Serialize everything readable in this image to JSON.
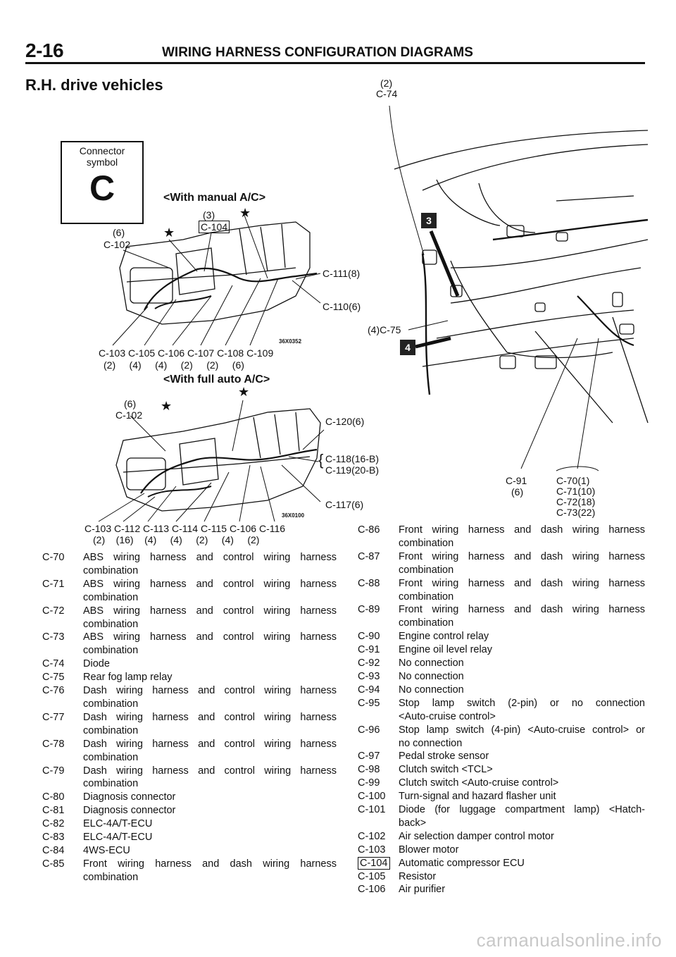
{
  "header": {
    "page_number": "2-16",
    "title": "WIRING HARNESS CONFIGURATION DIAGRAMS"
  },
  "section_title": "R.H. drive vehicles",
  "connector_symbol": {
    "line1": "Connector",
    "line2": "symbol",
    "letter": "C"
  },
  "diagram_manual": {
    "title": "<With manual A/C>",
    "star": "★",
    "label_c104_pins": "(3)",
    "label_c104": "C-104",
    "label_c102_pins": "(6)",
    "label_c102": "C-102",
    "label_c111": "C-111(8)",
    "label_c110": "C-110(6)",
    "fig_code": "36X0352",
    "bottom_codes": "C-103 C-105 C-106 C-107 C-108 C-109",
    "bottom_pins": "(2)     (4)     (4)     (2)     (2)     (6)"
  },
  "diagram_auto": {
    "title": "<With full auto A/C>",
    "star": "★",
    "label_c102_pins": "(6)",
    "label_c102": "C-102",
    "label_c120": "C-120(6)",
    "label_c118": "C-118(16-B)",
    "label_c119": "C-119(20-B)",
    "label_c117": "C-117(6)",
    "fig_code": "36X0100",
    "bottom_codes": "C-103 C-112 C-113 C-114 C-115 C-106 C-116",
    "bottom_pins": "(2)    (16)    (4)     (4)     (2)     (4)     (2)"
  },
  "diagram_dash": {
    "label_c74_pins": "(2)",
    "label_c74": "C-74",
    "label_c75": "(4)C-75",
    "badge3": "3",
    "badge4": "4",
    "label_c91": "C-91",
    "label_c91_pins": "(6)",
    "label_c70": "C-70(1)",
    "label_c71": "C-71(10)",
    "label_c72": "C-72(18)",
    "label_c73": "C-73(22)"
  },
  "left_list": [
    {
      "code": "C-70",
      "lines": [
        "ABS wiring harness and control wiring harness",
        "combination"
      ]
    },
    {
      "code": "C-71",
      "lines": [
        "ABS wiring harness and control wiring harness",
        "combination"
      ]
    },
    {
      "code": "C-72",
      "lines": [
        "ABS wiring harness and control wiring harness",
        "combination"
      ]
    },
    {
      "code": "C-73",
      "lines": [
        "ABS wiring harness and control wiring harness",
        "combination"
      ]
    },
    {
      "code": "C-74",
      "lines": [
        "Diode"
      ]
    },
    {
      "code": "C-75",
      "lines": [
        "Rear fog lamp relay"
      ]
    },
    {
      "code": "C-76",
      "lines": [
        "Dash wiring harness and control wiring harness",
        "combination"
      ]
    },
    {
      "code": "C-77",
      "lines": [
        "Dash wiring harness and control wiring harness",
        "combination"
      ]
    },
    {
      "code": "C-78",
      "lines": [
        "Dash wiring harness and control wiring harness",
        "combination"
      ]
    },
    {
      "code": "C-79",
      "lines": [
        "Dash wiring harness and control wiring harness",
        "combination"
      ]
    },
    {
      "code": "C-80",
      "lines": [
        "Diagnosis connector"
      ]
    },
    {
      "code": "C-81",
      "lines": [
        "Diagnosis connector"
      ]
    },
    {
      "code": "C-82",
      "lines": [
        "ELC-4A/T-ECU"
      ]
    },
    {
      "code": "C-83",
      "lines": [
        "ELC-4A/T-ECU"
      ]
    },
    {
      "code": "C-84",
      "lines": [
        "4WS-ECU"
      ]
    },
    {
      "code": "C-85",
      "lines": [
        "Front wiring harness and dash wiring harness",
        "combination"
      ]
    }
  ],
  "right_list": [
    {
      "code": "C-86",
      "lines": [
        "Front wiring harness and dash wiring harness",
        "combination"
      ]
    },
    {
      "code": "C-87",
      "lines": [
        "Front wiring harness and dash wiring harness",
        "combination"
      ]
    },
    {
      "code": "C-88",
      "lines": [
        "Front wiring harness and dash wiring harness",
        "combination"
      ]
    },
    {
      "code": "C-89",
      "lines": [
        "Front wiring harness and dash wiring harness",
        "combination"
      ]
    },
    {
      "code": "C-90",
      "lines": [
        "Engine control relay"
      ]
    },
    {
      "code": "C-91",
      "lines": [
        "Engine oil level relay"
      ]
    },
    {
      "code": "C-92",
      "lines": [
        "No connection"
      ]
    },
    {
      "code": "C-93",
      "lines": [
        "No connection"
      ]
    },
    {
      "code": "C-94",
      "lines": [
        "No connection"
      ]
    },
    {
      "code": "C-95",
      "lines": [
        "Stop lamp switch (2-pin) or no connection",
        "<Auto-cruise control>"
      ]
    },
    {
      "code": "C-96",
      "lines": [
        "Stop lamp switch (4-pin) <Auto-cruise control> or",
        "no connection"
      ]
    },
    {
      "code": "C-97",
      "lines": [
        "Pedal stroke sensor"
      ]
    },
    {
      "code": "C-98",
      "lines": [
        "Clutch switch <TCL>"
      ]
    },
    {
      "code": "C-99",
      "lines": [
        "Clutch switch <Auto-cruise control>"
      ]
    },
    {
      "code": "C-100",
      "lines": [
        "Turn-signal and hazard flasher unit"
      ]
    },
    {
      "code": "C-101",
      "lines": [
        "Diode (for luggage compartment lamp) <Hatch-",
        "back>"
      ]
    },
    {
      "code": "C-102",
      "lines": [
        "Air selection damper control motor"
      ]
    },
    {
      "code": "C-103",
      "lines": [
        "Blower motor"
      ]
    },
    {
      "code": "C-104",
      "boxed": true,
      "lines": [
        "Automatic compressor ECU"
      ]
    },
    {
      "code": "C-105",
      "lines": [
        "Resistor"
      ]
    },
    {
      "code": "C-106",
      "lines": [
        "Air purifier"
      ]
    }
  ],
  "watermark": "carmanualsonline.info"
}
